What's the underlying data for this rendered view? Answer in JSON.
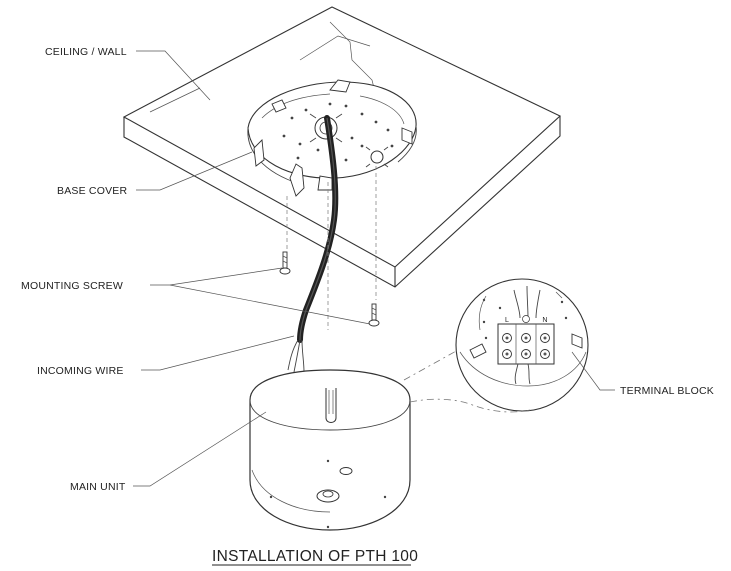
{
  "labels": {
    "ceiling": "CEILING / WALL",
    "base_cover": "BASE COVER",
    "mounting_screw": "MOUNTING SCREW",
    "incoming_wire": "INCOMING WIRE",
    "main_unit": "MAIN UNIT",
    "terminal_block": "TERMINAL BLOCK"
  },
  "terminal_marks": [
    "L",
    "N"
  ],
  "title": "INSTALLATION OF PTH 100"
}
